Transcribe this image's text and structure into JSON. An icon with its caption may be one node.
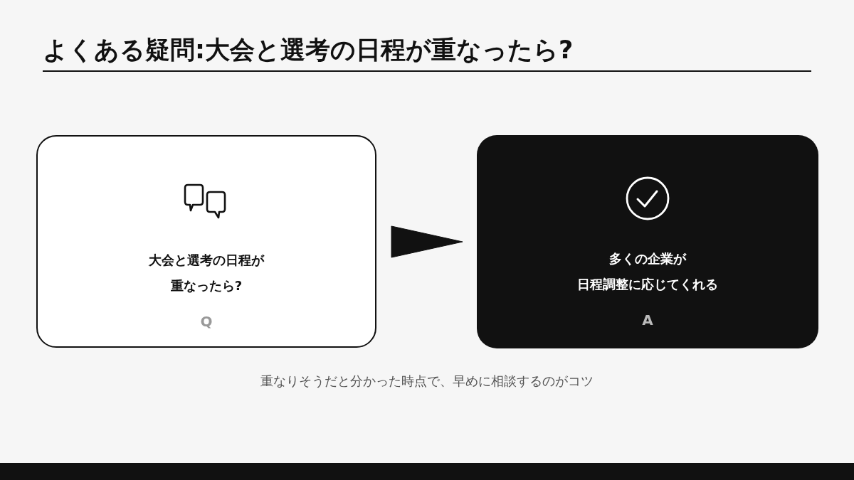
{
  "diagram": {
    "title": "よくある疑問:大会と選考の日程が重なったら?",
    "nodes": [
      {
        "text": [
          "大会と選考の日程が重なったら?",
          "Q"
        ]
      },
      {
        "text": [
          "多くの企業が日程調整に応じてくれる",
          "A"
        ]
      }
    ],
    "edges": [
      {
        "from": 0,
        "to": 1,
        "arrow": "to"
      }
    ],
    "caption": "重なりそうだと分かった時点で、早めに相談するのがコツ"
  }
}
